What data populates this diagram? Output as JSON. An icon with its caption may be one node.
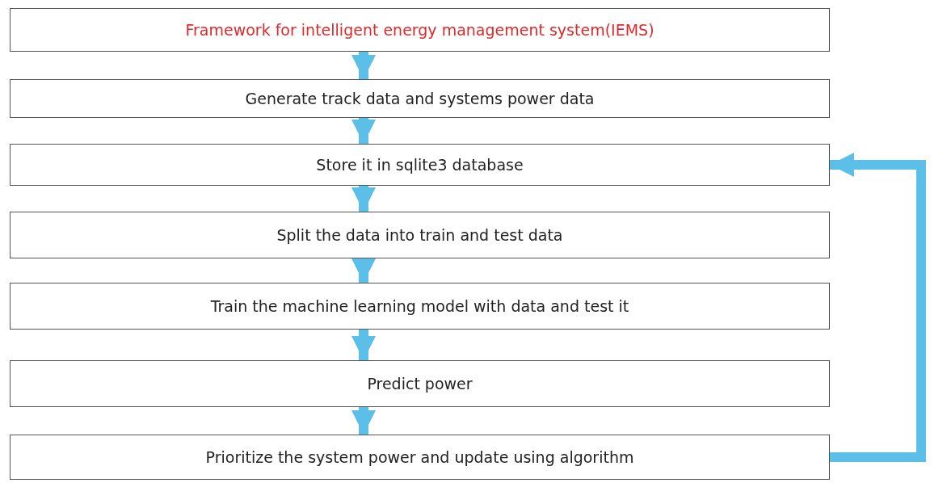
{
  "diagram": {
    "nodes": [
      {
        "text": [
          "Framework for intelligent energy management system(IEMS)"
        ]
      },
      {
        "text": [
          "Generate track data and systems power data"
        ]
      },
      {
        "text": [
          "Store it in sqlite3 database"
        ]
      },
      {
        "text": [
          "Split the data into train and test data"
        ]
      },
      {
        "text": [
          "Train the machine learning model with data and test it"
        ]
      },
      {
        "text": [
          "Predict power"
        ]
      },
      {
        "text": [
          "Prioritize the system power and update using algorithm"
        ]
      }
    ],
    "edges": [
      {
        "from": 0,
        "to": 1,
        "arrow": "to"
      },
      {
        "from": 1,
        "to": 2,
        "arrow": "to"
      },
      {
        "from": 2,
        "to": 3,
        "arrow": "to"
      },
      {
        "from": 3,
        "to": 4,
        "arrow": "to"
      },
      {
        "from": 4,
        "to": 5,
        "arrow": "to"
      },
      {
        "from": 5,
        "to": 6,
        "arrow": "to"
      },
      {
        "from": 6,
        "to": 2,
        "arrow": "to"
      }
    ]
  }
}
